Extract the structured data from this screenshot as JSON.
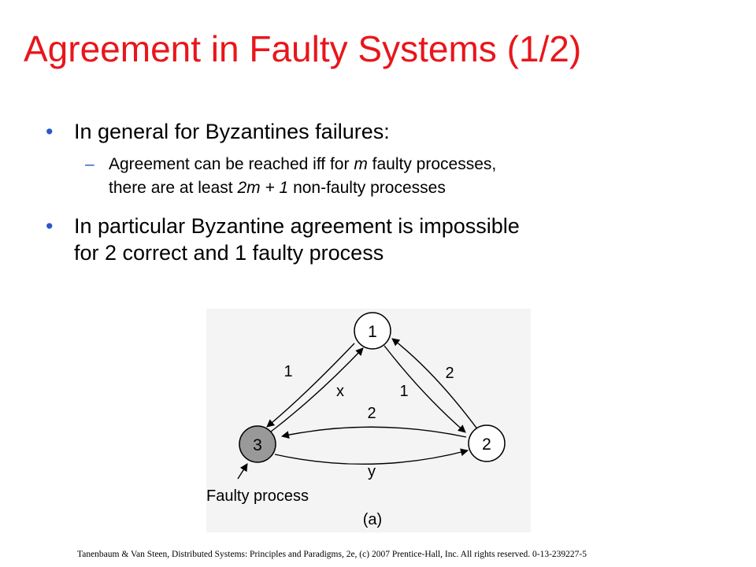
{
  "slide": {
    "title": "Agreement in Faulty Systems (1/2)",
    "bullet_symbol": "•",
    "sub_symbol": "–",
    "bullets": [
      {
        "text": "In general for Byzantines failures:",
        "sub": {
          "part1": "Agreement can be reached iff for ",
          "m": "m",
          "part2": " faulty processes,",
          "part3": "there are at least ",
          "formula": "2m + 1",
          "part4": " non-faulty processes"
        }
      },
      {
        "line1": "In particular Byzantine agreement is impossible",
        "line2": "for 2 correct and 1 faulty process"
      }
    ]
  },
  "diagram": {
    "nodes": [
      {
        "id": "1",
        "label": "1",
        "faulty": false
      },
      {
        "id": "2",
        "label": "2",
        "faulty": false
      },
      {
        "id": "3",
        "label": "3",
        "faulty": true
      }
    ],
    "edges": [
      {
        "from": "1",
        "to": "3",
        "label": "1"
      },
      {
        "from": "3",
        "to": "1",
        "label": "x"
      },
      {
        "from": "1",
        "to": "2",
        "label": "1"
      },
      {
        "from": "2",
        "to": "1",
        "label": "2"
      },
      {
        "from": "2",
        "to": "3",
        "label": "2"
      },
      {
        "from": "3",
        "to": "2",
        "label": "y"
      }
    ],
    "faulty_label": "Faulty process",
    "caption": "(a)",
    "colors": {
      "faulty_node": "#999999",
      "node": "#ffffff",
      "background": "#f4f4f4"
    }
  },
  "footer": "Tanenbaum & Van Steen, Distributed Systems: Principles and Paradigms, 2e, (c) 2007 Prentice-Hall, Inc. All rights reserved. 0-13-239227-5"
}
